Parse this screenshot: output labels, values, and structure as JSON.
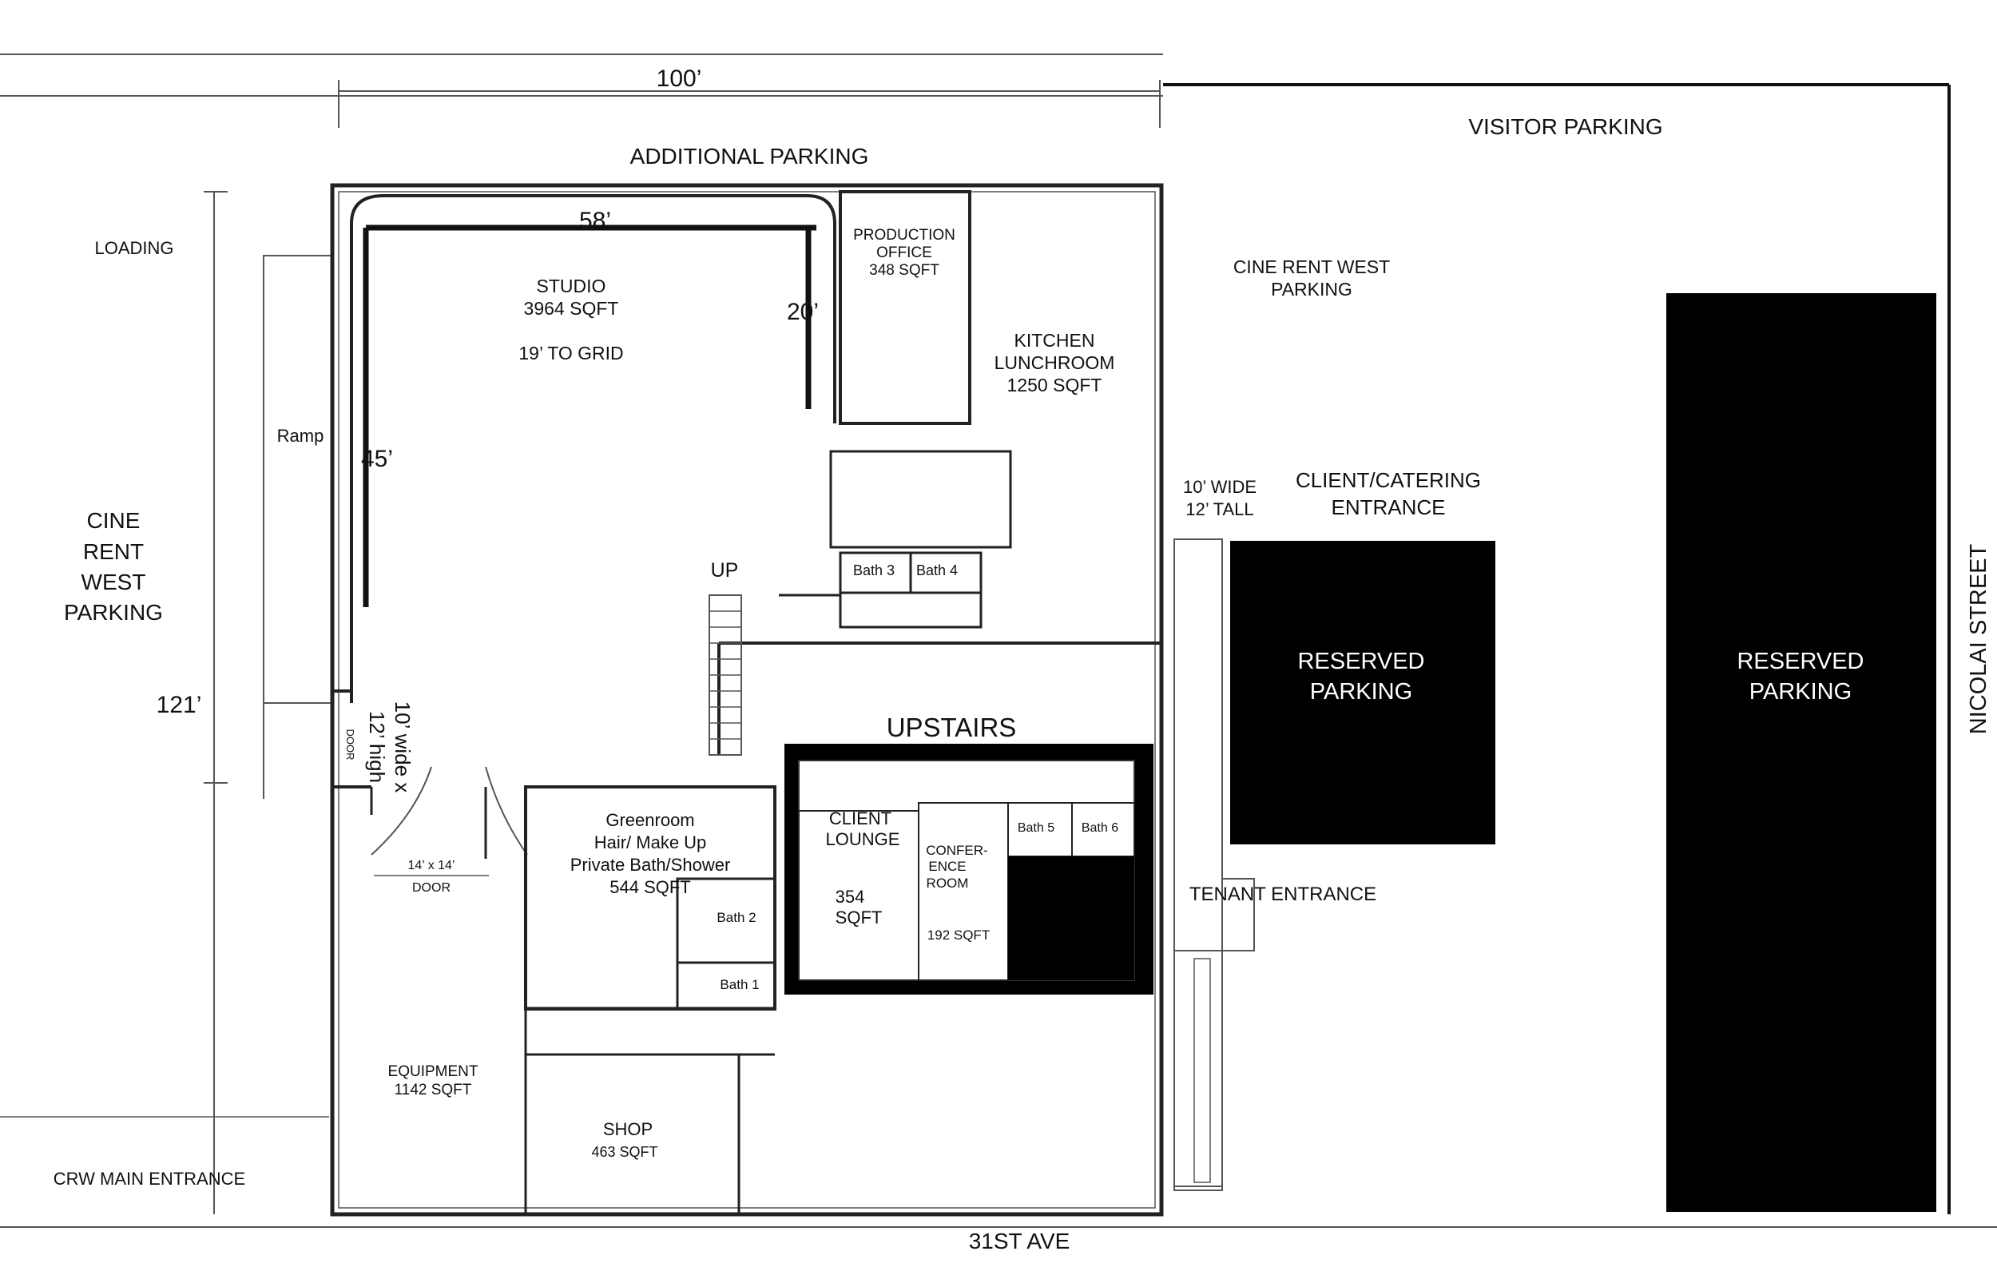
{
  "dimensions": {
    "width_top": "100’",
    "height_left": "121’",
    "studio_width": "58’",
    "studio_depth": "45’",
    "studio_side": "20’"
  },
  "outside": {
    "additional_parking": "ADDITIONAL PARKING",
    "visitor_parking": "VISITOR PARKING",
    "loading": "LOADING",
    "cine_rent_west_parking_left": [
      "CINE",
      "RENT",
      "WEST",
      "PARKING"
    ],
    "cine_rent_west_parking_right": [
      "CINE RENT WEST",
      "PARKING"
    ],
    "client_catering_entrance": [
      "CLIENT/CATERING",
      "ENTRANCE"
    ],
    "door_10_wide": [
      "10’ WIDE",
      "12’ TALL"
    ],
    "reserved_parking_1": [
      "RESERVED",
      "PARKING"
    ],
    "reserved_parking_2": [
      "RESERVED",
      "PARKING"
    ],
    "nicolai_street": "NICOLAI STREET",
    "tenant_entrance": "TENANT ENTRANCE",
    "crw_main_entrance": "CRW MAIN ENTRANCE",
    "avenue": "31ST AVE"
  },
  "rooms": {
    "studio": [
      "STUDIO",
      "3964 SQFT",
      "19’ TO GRID"
    ],
    "production_office": [
      "PRODUCTION",
      "OFFICE",
      "348 SQFT"
    ],
    "kitchen": [
      "KITCHEN",
      "LUNCHROOM",
      "1250 SQFT"
    ],
    "ramp": "Ramp",
    "bath3": "Bath 3",
    "bath4": "Bath 4",
    "up": "UP",
    "side_door": [
      "10’ wide x",
      "12’ high"
    ],
    "side_door_small": "DOOR",
    "door_14": [
      "14’ x 14’",
      "DOOR"
    ],
    "greenroom": [
      "Greenroom",
      "Hair/ Make Up",
      "Private Bath/Shower",
      "544 SQFT"
    ],
    "bath2": "Bath 2",
    "bath1": "Bath 1",
    "upstairs": "UPSTAIRS",
    "client_lounge": [
      "CLIENT",
      "LOUNGE",
      "354",
      "SQFT"
    ],
    "conference": [
      "CONFER-",
      "ENCE",
      "ROOM",
      "192 SQFT"
    ],
    "bath5": "Bath 5",
    "bath6": "Bath 6",
    "equipment": [
      "EQUIPMENT",
      "1142 SQFT"
    ],
    "shop": [
      "SHOP",
      "463 SQFT"
    ]
  },
  "colors": {
    "wall": "#222222",
    "fill_black": "#000000",
    "background": "#ffffff"
  }
}
